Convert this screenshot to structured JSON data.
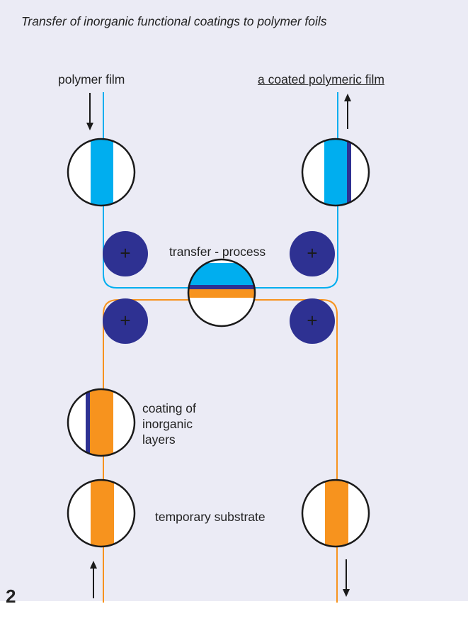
{
  "title": "Transfer of inorganic functional coatings to polymer foils",
  "labels": {
    "polymer_film": "polymer film",
    "coated_film": "a coated polymeric film",
    "transfer_process": "transfer - process",
    "coating": "coating of\ninorganic\nlayers",
    "temporary_substrate": "temporary substrate"
  },
  "roller_symbol": "+",
  "figure_number": "2",
  "colors": {
    "polymer": "#00aeef",
    "substrate": "#f7931e",
    "coating": "#2e3192",
    "roller": "#2e3192",
    "background": "#ebebf5",
    "text": "#222222"
  }
}
